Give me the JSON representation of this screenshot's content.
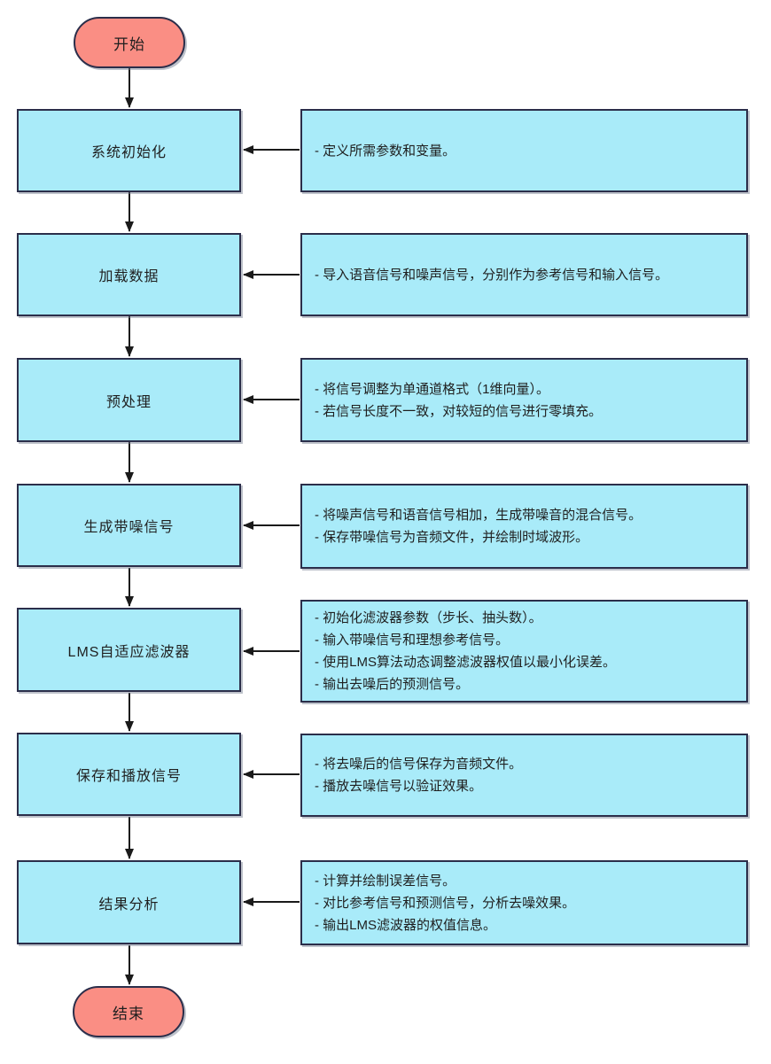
{
  "flowchart": {
    "start": {
      "label": "开始"
    },
    "end": {
      "label": "结束"
    },
    "steps": [
      {
        "label": "系统初始化",
        "notes": [
          "- 定义所需参数和变量。"
        ]
      },
      {
        "label": "加载数据",
        "notes": [
          "- 导入语音信号和噪声信号，分别作为参考信号和输入信号。"
        ]
      },
      {
        "label": "预处理",
        "notes": [
          "- 将信号调整为单通道格式（1维向量）。",
          "- 若信号长度不一致，对较短的信号进行零填充。"
        ]
      },
      {
        "label": "生成带噪信号",
        "notes": [
          "- 将噪声信号和语音信号相加，生成带噪音的混合信号。",
          "- 保存带噪信号为音频文件，并绘制时域波形。"
        ]
      },
      {
        "label": "LMS自适应滤波器",
        "notes": [
          "- 初始化滤波器参数（步长、抽头数）。",
          "- 输入带噪信号和理想参考信号。",
          "- 使用LMS算法动态调整滤波器权值以最小化误差。",
          "- 输出去噪后的预测信号。"
        ]
      },
      {
        "label": "保存和播放信号",
        "notes": [
          "- 将去噪后的信号保存为音频文件。",
          "- 播放去噪信号以验证效果。"
        ]
      },
      {
        "label": "结果分析",
        "notes": [
          "- 计算并绘制误差信号。",
          "- 对比参考信号和预测信号，分析去噪效果。",
          "- 输出LMS滤波器的权值信息。"
        ]
      }
    ],
    "colors": {
      "process_fill": "#A9EBF9",
      "terminal_fill": "#FA8E84",
      "border": "#2B2E4A",
      "arrow": "#1A1A1A"
    }
  }
}
